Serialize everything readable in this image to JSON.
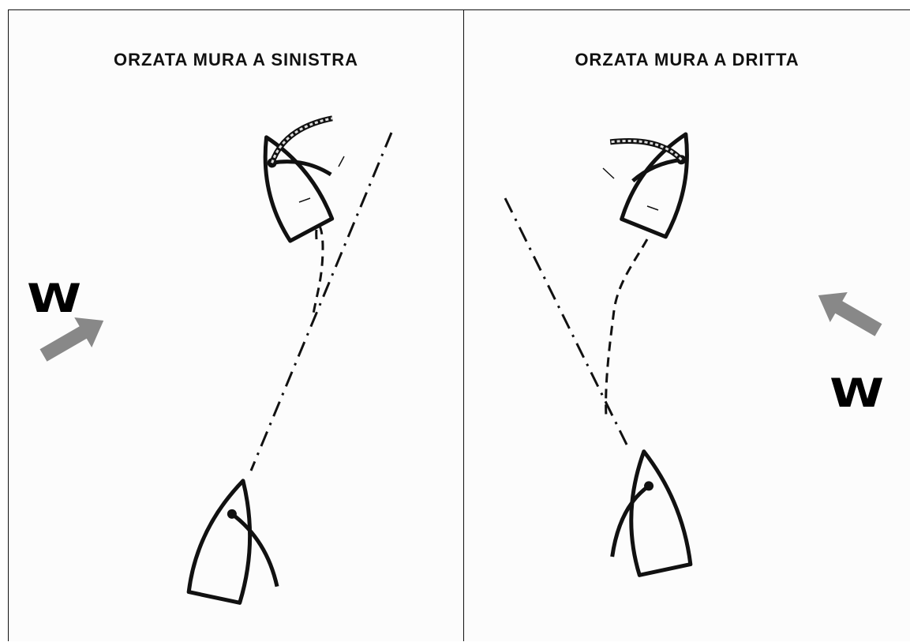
{
  "panels": [
    {
      "title": "ORZATA MURA A SINISTRA",
      "wind_label": "W"
    },
    {
      "title": "ORZATA MURA A DRITTA",
      "wind_label": "W"
    }
  ],
  "colors": {
    "outline": "#111111",
    "wind_arrow": "#888888",
    "background": "#fcfcfc"
  }
}
